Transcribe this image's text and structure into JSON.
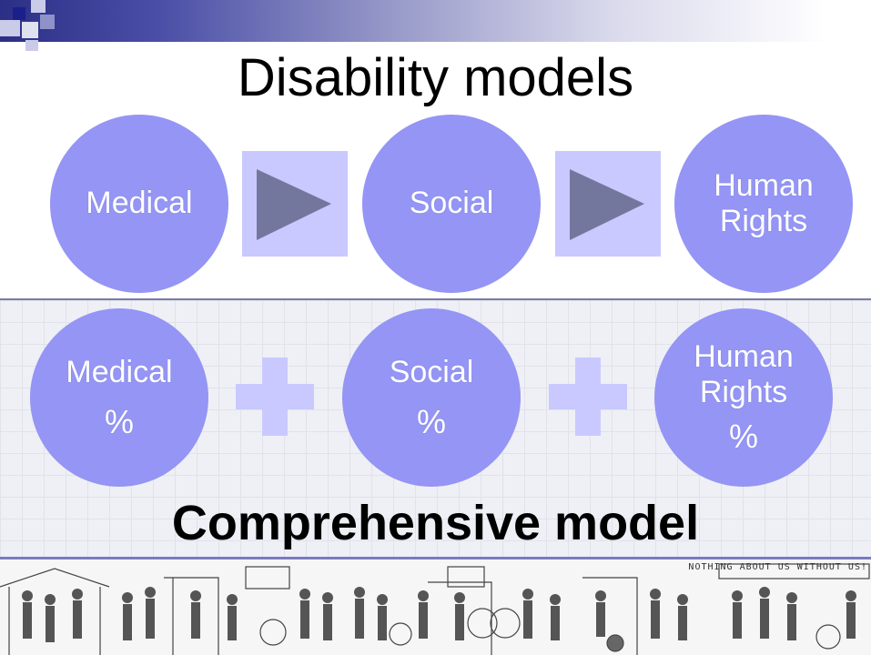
{
  "title": "Disability models",
  "row1": [
    {
      "lines": [
        "Medical"
      ]
    },
    {
      "lines": [
        "Social"
      ]
    },
    {
      "lines": [
        "Human",
        "Rights"
      ]
    }
  ],
  "row2": [
    {
      "lines": [
        "Medical"
      ],
      "pct": "%"
    },
    {
      "lines": [
        "Social"
      ],
      "pct": "%"
    },
    {
      "lines": [
        "Human",
        "Rights"
      ],
      "pct": "%"
    }
  ],
  "comprehensive": "Comprehensive model",
  "illustration": {
    "caption": "NOTHING ABOUT US WITHOUT US!"
  },
  "colors": {
    "circle": "#9495f4",
    "arrow_box": "#c9c9ff",
    "arrow": "#74779d",
    "plus": "#c9c9ff",
    "band_dark": "#2b2f86"
  },
  "icons": [
    "right-arrow-icon",
    "plus-icon"
  ]
}
